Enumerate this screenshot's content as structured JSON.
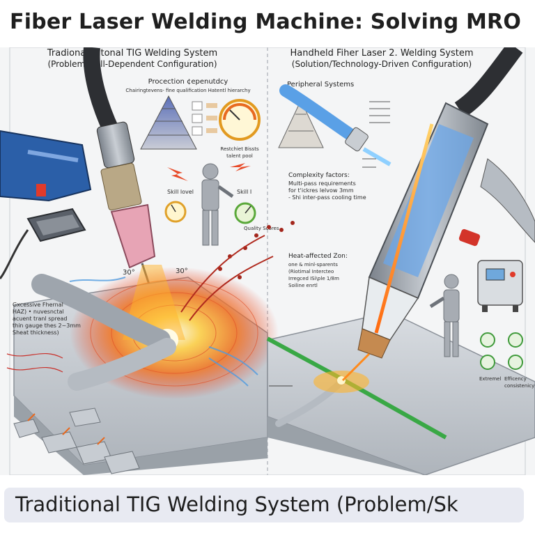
{
  "title": "Fiber Laser Welding Machine: Solving MRO",
  "caption": "Traditional TIG Welding System (Problem/Sk",
  "left_panel": {
    "heading": "Tradiona Antonal TIG Welding System",
    "subheading": "(Problem/Skill-Dependent Configuration)",
    "hierarchy_title": "Procection ¢epenutdcy",
    "hierarchy_sub": "Chairingtevens- fine qualification Hatentl hierarchy",
    "talent_note_1": "Restchiet Bissts",
    "talent_note_2": "talent pool",
    "skill_left": "Skill lovel",
    "skill_right": "Skill I",
    "quality_label": "Quality Scores",
    "angle_left": "30°",
    "angle_right": "30°",
    "heat_note_1": "Gxcessive Fhernal",
    "heat_note_2": "HAZ) • nuvesnctal",
    "heat_note_3": "acuent tranl spread",
    "heat_note_4": "thin gauge thes 2~3mm",
    "heat_note_5": "Sheat thickness)"
  },
  "right_panel": {
    "heading": "Handheld Fiher Laser 2. Welding System",
    "subheading": "(Solution/Technology-Driven Configuration)",
    "peripheral_title": "Peripheral Systems",
    "complexity_1": "Complexity factors:",
    "complexity_2": "Multi-pass requirements",
    "complexity_3": "for t'ickres lelvow 3mm",
    "complexity_4": "- Shi inter-pass cooling time",
    "haz_1": "Heat-affected Zon:",
    "haz_2": "one & minl-sparents",
    "haz_3": "(Riotimal Intercteo",
    "haz_4": "Irregced ISi\\ple 1/8m",
    "haz_5": "Soiline enrtl",
    "bottom_1": "Extremel",
    "bottom_2": "Efficency",
    "bottom_3": "consistenicy"
  },
  "colors": {
    "heat_outer": "#f6c24a",
    "heat_inner": "#e8412c",
    "tig_torch": "#e7a4b5",
    "laser_gun": "#9aa0a8",
    "laser_beam": "#ff8a1c",
    "coolant": "#3b8de0",
    "seam_green": "#39a845",
    "caption_bg": "#e8eaf2"
  }
}
